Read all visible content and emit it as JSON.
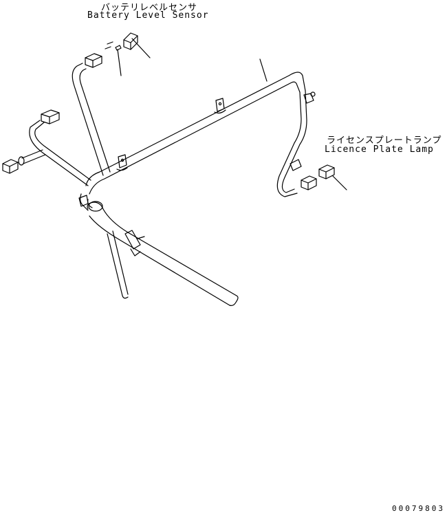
{
  "callouts": {
    "battery_level_sensor": {
      "label_jp": "バッテリレベルセンサ",
      "label_en": "Battery Level Sensor"
    },
    "licence_plate_lamp": {
      "label_jp": "ライセンスプレートランプ",
      "label_en": "Licence Plate Lamp"
    }
  },
  "drawing_number": "00079803",
  "colors": {
    "ink": "#000000",
    "paper": "#ffffff"
  }
}
